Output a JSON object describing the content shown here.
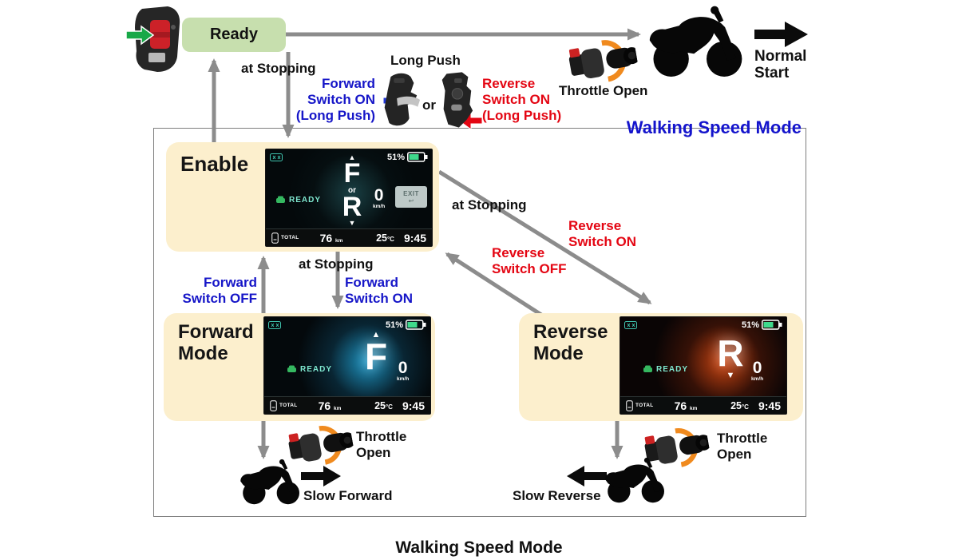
{
  "colors": {
    "accent_blue": "#1616c8",
    "accent_red": "#e40613",
    "ready_green": "#c7dfae",
    "state_cream": "#fcefcd",
    "arrow_grey": "#8c8c8c",
    "battery_green": "#3fd98c",
    "screen_teal": "#7fe8d0",
    "throttle_orange": "#f08a1e"
  },
  "top_flow": {
    "ready": "Ready",
    "at_stopping": "at Stopping",
    "long_push": "Long Push",
    "forward_switch_on_l1": "Forward",
    "forward_switch_on_l2": "Switch ON",
    "forward_switch_on_l3": "(Long Push)",
    "or": "or",
    "reverse_switch_on_l1": "Reverse",
    "reverse_switch_on_l2": "Switch ON",
    "reverse_switch_on_l3": "(Long Push)",
    "throttle_open": "Throttle Open",
    "normal_start_l1": "Normal",
    "normal_start_l2": "Start"
  },
  "walking_box": {
    "title": "Walking Speed Mode",
    "enable_label": "Enable",
    "forward_label_l1": "Forward",
    "forward_label_l2": "Mode",
    "reverse_label_l1": "Reverse",
    "reverse_label_l2": "Mode",
    "at_stopping_mid": "at Stopping",
    "at_stopping_right": "at Stopping",
    "forward_switch_off_l1": "Forward",
    "forward_switch_off_l2": "Switch OFF",
    "forward_switch_on_l1": "Forward",
    "forward_switch_on_l2": "Switch ON",
    "reverse_switch_on_l1": "Reverse",
    "reverse_switch_on_l2": "Switch ON",
    "reverse_switch_off_l1": "Reverse",
    "reverse_switch_off_l2": "Switch OFF",
    "throttle_open_l1": "Throttle",
    "throttle_open_l2": "Open",
    "slow_forward": "Slow Forward",
    "slow_reverse": "Slow Reverse"
  },
  "screen": {
    "battery_pct": "51%",
    "ready": "READY",
    "gear_up": "▲",
    "gear_down": "▼",
    "f": "F",
    "or": "or",
    "r": "R",
    "speed": "0",
    "speed_unit": "km/h",
    "exit": "EXIT",
    "exit_sub": "↩",
    "total": "TOTAL",
    "odo": "76",
    "odo_unit": "km",
    "temp": "25",
    "temp_unit": "°C",
    "time": "9:45"
  },
  "caption": "Walking Speed Mode"
}
